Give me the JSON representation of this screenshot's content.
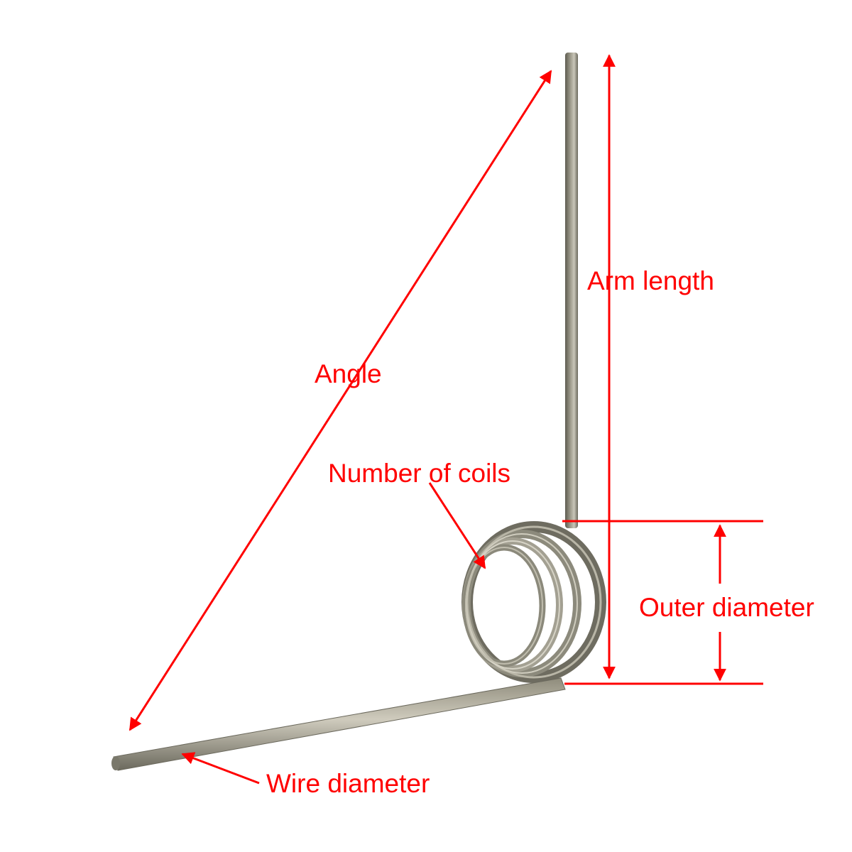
{
  "diagram": {
    "subject": "Torsion spring",
    "labels": {
      "angle": "Angle",
      "arm_length": "Arm length",
      "number_of_coils": "Number of coils",
      "outer_diameter": "Outer diameter",
      "wire_diameter": "Wire diameter"
    },
    "colors": {
      "annotation": "#ff0000",
      "spring_metal": "#8a8778",
      "background": "#ffffff"
    }
  }
}
